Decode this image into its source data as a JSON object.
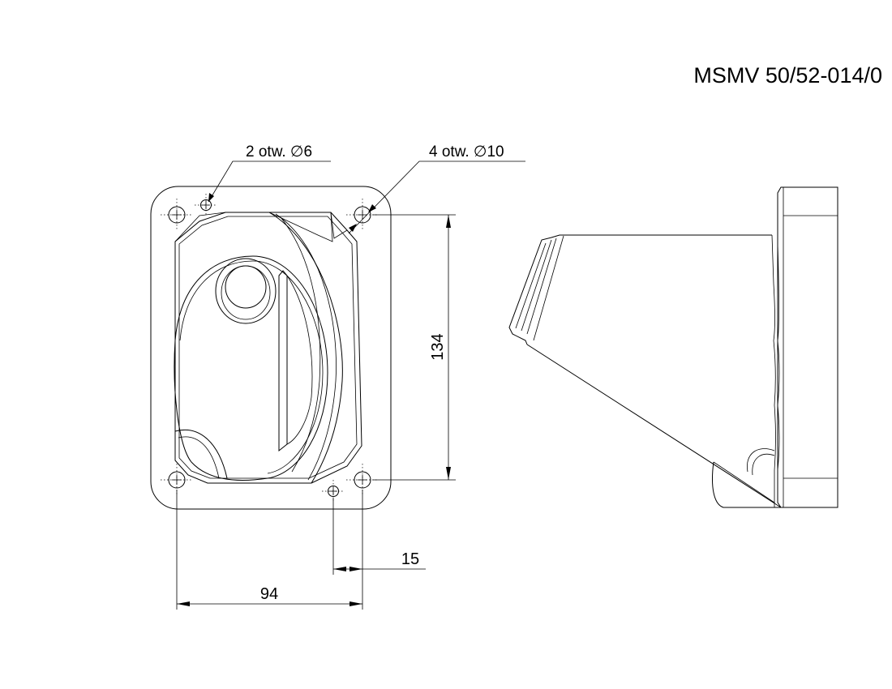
{
  "title": "MSMV 50/52-014/0",
  "callouts": {
    "small_holes": "2 otw. ∅6",
    "large_holes": "4 otw. ∅10"
  },
  "dimensions": {
    "height": "134",
    "width": "94",
    "offset": "15"
  }
}
